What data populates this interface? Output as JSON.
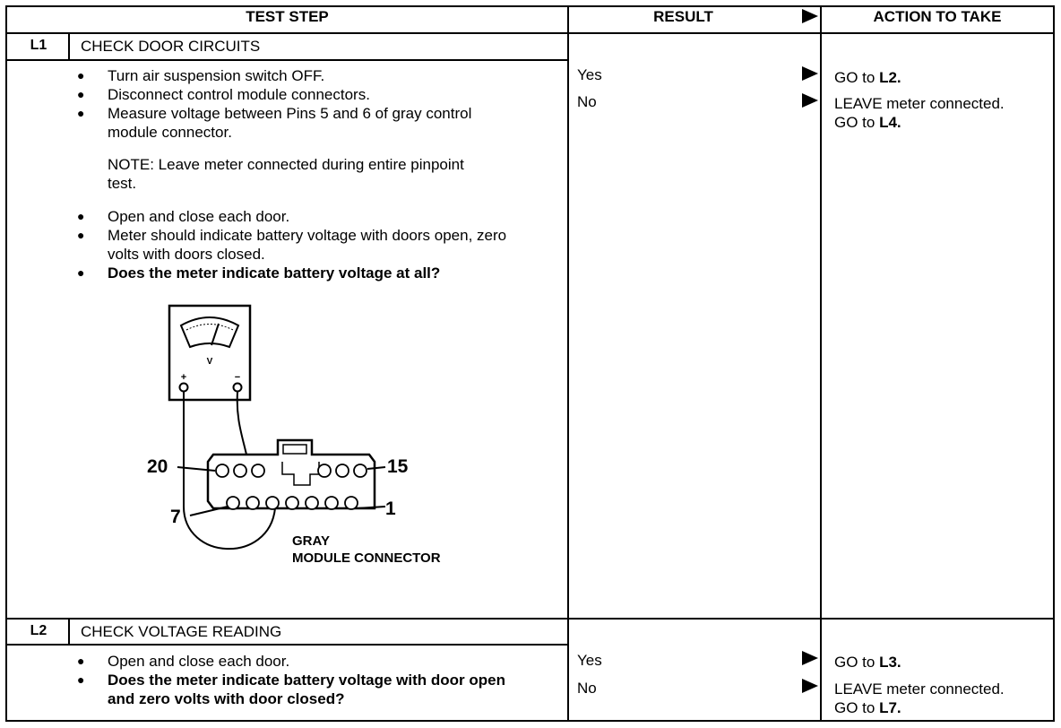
{
  "header": {
    "test_step": "TEST STEP",
    "result": "RESULT",
    "action": "ACTION TO TAKE"
  },
  "steps": [
    {
      "id": "L1",
      "title": "CHECK DOOR CIRCUITS",
      "bullets_a": [
        "Turn air suspension switch OFF.",
        "Disconnect control module connectors.",
        "Measure voltage between Pins 5 and 6 of gray control module connector."
      ],
      "note": "NOTE: Leave meter connected during entire pinpoint test.",
      "bullets_b": [
        "Open and close each door.",
        "Meter should indicate battery voltage with doors open, zero volts with doors closed.",
        "Does the meter indicate battery voltage at all?"
      ],
      "results": [
        "Yes",
        "No"
      ],
      "actions": [
        {
          "text": "GO to ",
          "ref": "L2."
        },
        {
          "line1": "LEAVE meter connected.",
          "text": "GO to ",
          "ref": "L4."
        }
      ],
      "diagram": {
        "meter_symbol": "V",
        "plus": "+",
        "minus": "−",
        "pin_left_top": "20",
        "pin_right_top": "15",
        "pin_left_bottom": "7",
        "pin_right_bottom": "1",
        "caption_line1": "GRAY",
        "caption_line2": "MODULE CONNECTOR"
      }
    },
    {
      "id": "L2",
      "title": "CHECK VOLTAGE READING",
      "bullets": [
        "Open and close each door.",
        "Does the meter indicate battery voltage with door open and zero volts with door closed?"
      ],
      "results": [
        "Yes",
        "No"
      ],
      "actions": [
        {
          "text": "GO to ",
          "ref": "L3."
        },
        {
          "line1": "LEAVE meter connected.",
          "text": "GO to ",
          "ref": "L7."
        }
      ]
    }
  ]
}
